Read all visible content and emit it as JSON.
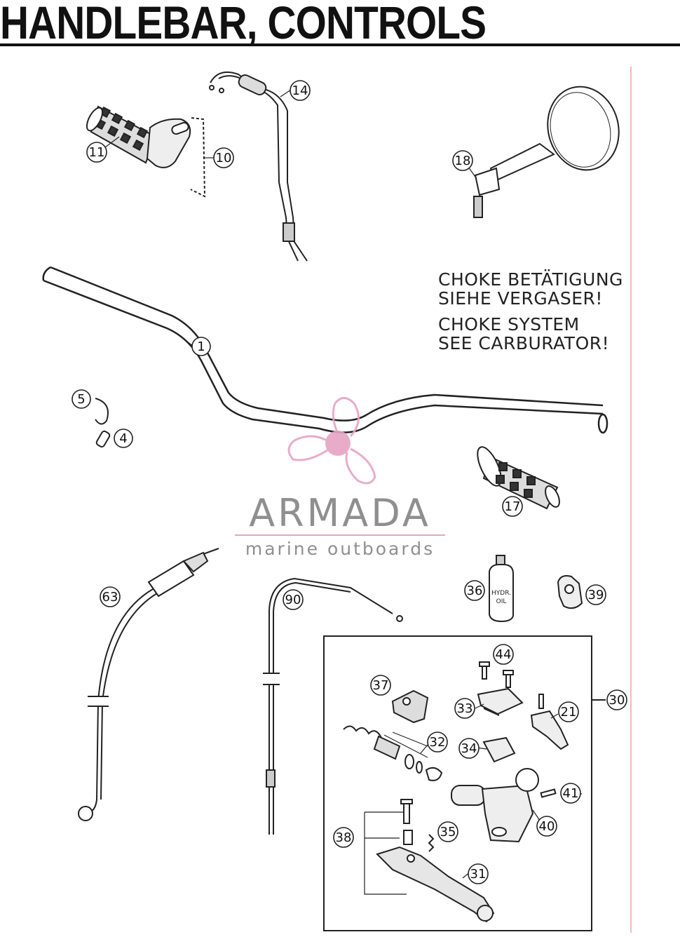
{
  "title": "HANDLEBAR, CONTROLS",
  "notes": {
    "de_line1": "CHOKE BETÄTIGUNG",
    "de_line2": "SIEHE VERGASER!",
    "en_line1": "CHOKE SYSTEM",
    "en_line2": "SEE CARBURATOR!"
  },
  "watermark": {
    "name": "ARMADA",
    "tagline": "marine outboards",
    "accent_color": "#e6a4c4"
  },
  "bottle_label": {
    "line1": "HYDR.",
    "line2": "OIL"
  },
  "callouts": {
    "p1": "1",
    "p4": "4",
    "p5": "5",
    "p10": "10",
    "p11": "11",
    "p14": "14",
    "p17": "17",
    "p18": "18",
    "p21": "21",
    "p30": "30",
    "p31": "31",
    "p32": "32",
    "p33": "33",
    "p34": "34",
    "p35": "35",
    "p36": "36",
    "p37": "37",
    "p38": "38",
    "p39": "39",
    "p40": "40",
    "p41": "41",
    "p44": "44",
    "p63": "63",
    "p90": "90"
  }
}
